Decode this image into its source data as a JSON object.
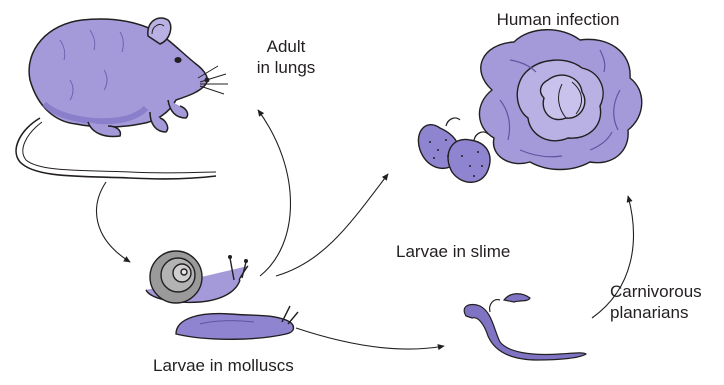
{
  "labels": {
    "adult_in_lungs": [
      "Adult",
      "in lungs"
    ],
    "human_infection": "Human infection",
    "larvae_in_slime": "Larvae in slime",
    "larvae_in_molluscs": "Larvae in molluscs",
    "carnivorous_planarians": [
      "Carnivorous",
      "planarians"
    ]
  },
  "colors": {
    "organism_fill": "#a59ad9",
    "organism_shade": "#7f74c4",
    "outline": "#231f20",
    "arrow": "#231f20"
  },
  "icons": [
    "rat-icon",
    "cabbage-icon",
    "strawberry-icon",
    "snail-icon",
    "slug-icon",
    "planarian-icon"
  ]
}
